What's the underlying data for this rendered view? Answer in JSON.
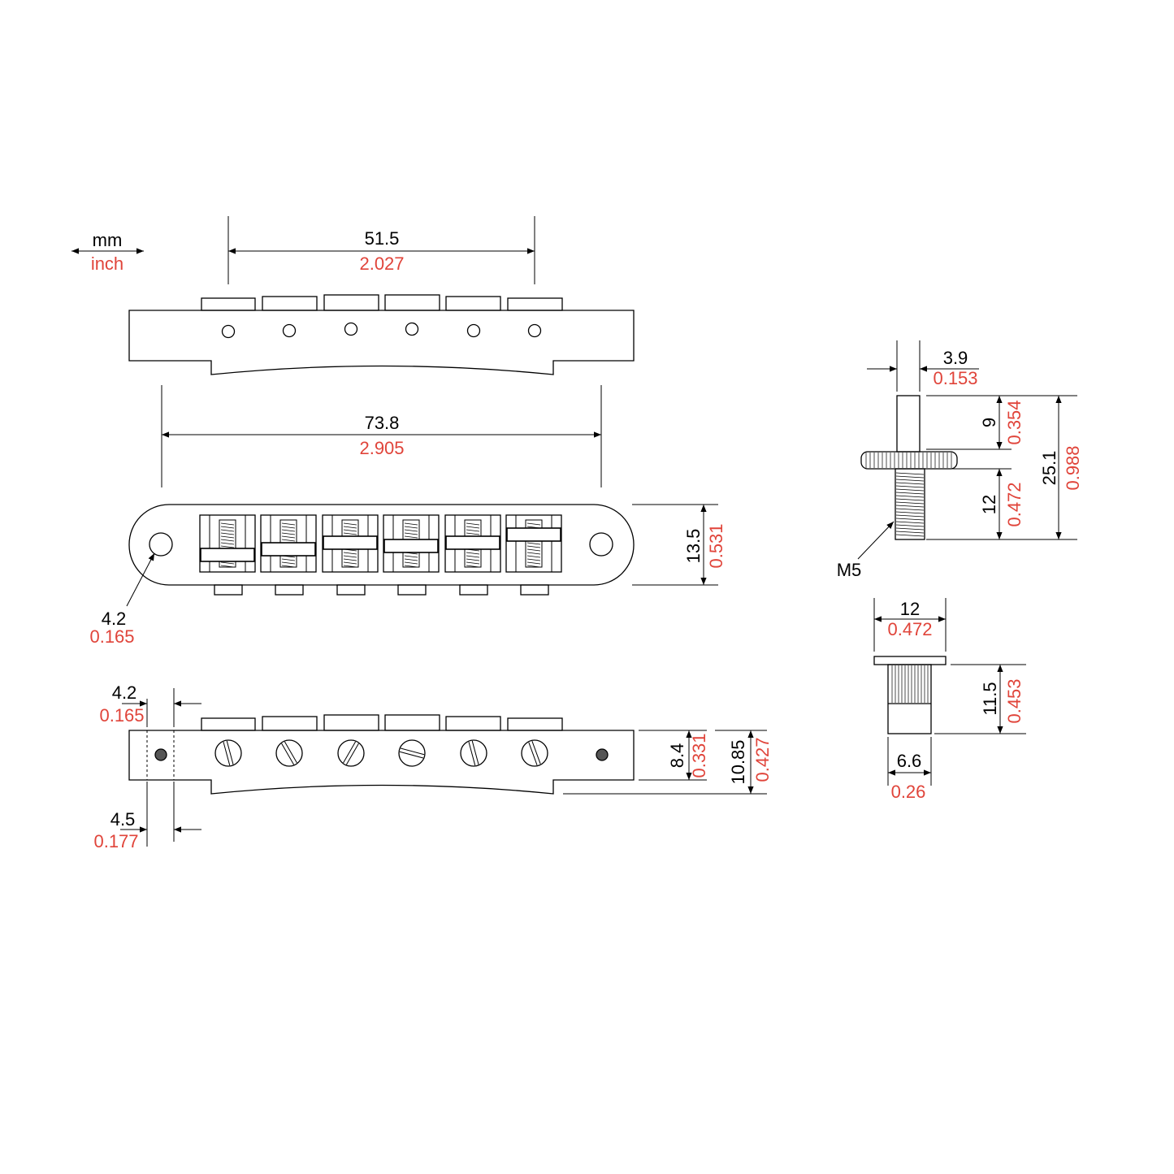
{
  "colors": {
    "line": "#000000",
    "imperial_text": "#e0443a",
    "background": "#ffffff"
  },
  "legend": {
    "metric_unit": "mm",
    "imperial_unit": "inch"
  },
  "dimensions": {
    "saddle_spacing": {
      "mm": "51.5",
      "inch": "2.027"
    },
    "post_spacing": {
      "mm": "73.8",
      "inch": "2.905"
    },
    "body_width": {
      "mm": "13.5",
      "inch": "0.531"
    },
    "post_hole": {
      "mm": "4.2",
      "inch": "0.165"
    },
    "side_hole_offset": {
      "mm": "4.2",
      "inch": "0.165"
    },
    "side_end_offset": {
      "mm": "4.5",
      "inch": "0.177"
    },
    "body_height": {
      "mm": "8.4",
      "inch": "0.331"
    },
    "total_height": {
      "mm": "10.85",
      "inch": "0.427"
    },
    "stud_top_diameter": {
      "mm": "3.9",
      "inch": "0.153"
    },
    "stud_top_length": {
      "mm": "9",
      "inch": "0.354"
    },
    "stud_thread_length": {
      "mm": "12",
      "inch": "0.472"
    },
    "stud_total_length": {
      "mm": "25.1",
      "inch": "0.988"
    },
    "stud_thread": {
      "label": "M5"
    },
    "bushing_flange": {
      "mm": "12",
      "inch": "0.472"
    },
    "bushing_height": {
      "mm": "11.5",
      "inch": "0.453"
    },
    "bushing_diameter": {
      "mm": "6.6",
      "inch": "0.26"
    }
  }
}
